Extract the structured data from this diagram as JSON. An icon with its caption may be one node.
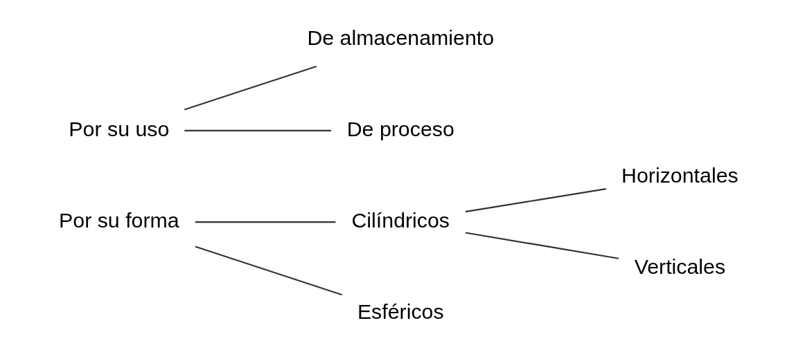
{
  "diagram": {
    "nodes": [
      {
        "text": [
          "Por su uso"
        ]
      },
      {
        "text": [
          "De almacenamiento"
        ]
      },
      {
        "text": [
          "De proceso"
        ]
      },
      {
        "text": [
          "Por su forma"
        ]
      },
      {
        "text": [
          "Cilíndricos"
        ]
      },
      {
        "text": [
          "Horizontales"
        ]
      },
      {
        "text": [
          "Verticales"
        ]
      },
      {
        "text": [
          "Esféricos"
        ]
      }
    ],
    "edges": [
      {
        "from": 0,
        "to": 1,
        "arrow": "none"
      },
      {
        "from": 0,
        "to": 2,
        "arrow": "none"
      },
      {
        "from": 3,
        "to": 4,
        "arrow": "none"
      },
      {
        "from": 3,
        "to": 7,
        "arrow": "none"
      },
      {
        "from": 4,
        "to": 5,
        "arrow": "none"
      },
      {
        "from": 4,
        "to": 6,
        "arrow": "none"
      }
    ]
  }
}
